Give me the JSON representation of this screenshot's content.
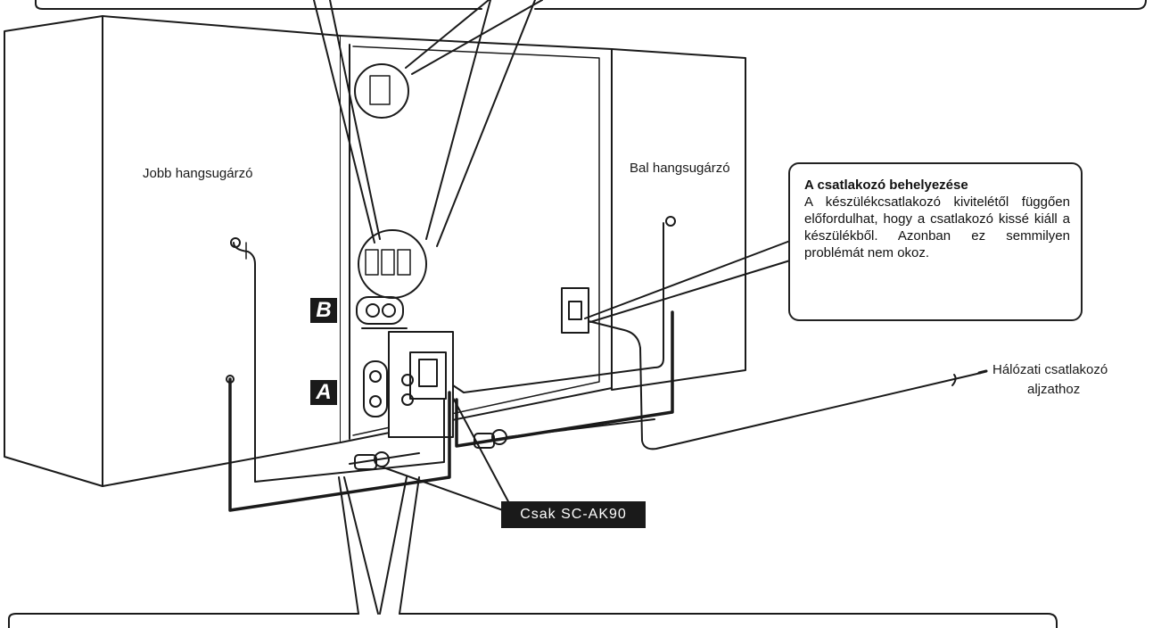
{
  "labels": {
    "right_speaker": "Jobb hangsugárzó",
    "left_speaker": "Bal hangsugárzó",
    "mains_line1": "Hálózati csatlakozó",
    "mains_line2": "aljzathoz"
  },
  "badges": {
    "a": "A",
    "b": "B"
  },
  "callout": {
    "title": "A csatlakozó behelyezése",
    "body": "A készülékcsatlakozó kivitelétől függően előfordulhat, hogy a csatlakozó kissé kiáll a készülékből. Azonban ez semmilyen problémát nem okoz."
  },
  "model_tag": "Csak SC-AK90",
  "colors": {
    "line": "#1a1a1a",
    "background": "#ffffff"
  }
}
